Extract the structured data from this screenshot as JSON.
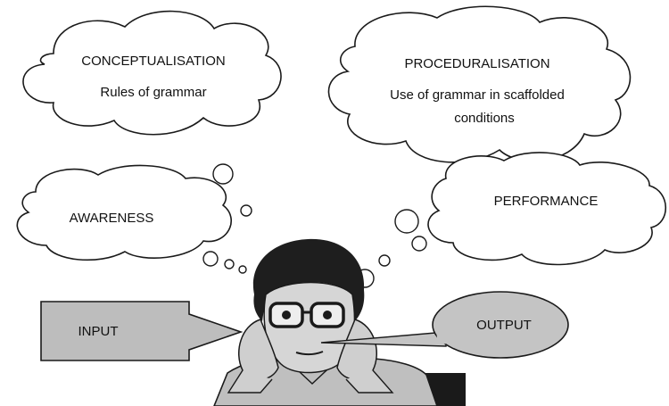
{
  "clouds": {
    "conceptualisation": {
      "title": "CONCEPTUALISATION",
      "subtitle": "Rules of grammar"
    },
    "proceduralisation": {
      "title": "PROCEDURALISATION",
      "line1": "Use of grammar in scaffolded",
      "line2": "conditions"
    },
    "awareness": {
      "title": "AWARENESS"
    },
    "performance": {
      "title": "PERFORMANCE"
    }
  },
  "input_box": {
    "label": "INPUT"
  },
  "output_bubble": {
    "label": "OUTPUT"
  },
  "colors": {
    "input_fill": "#bdbdbd",
    "output_fill": "#c4c4c4",
    "cloud_fill": "#ffffff",
    "outline": "#1a1a1a"
  },
  "icons": {
    "student": "thinking-student-illustration"
  }
}
